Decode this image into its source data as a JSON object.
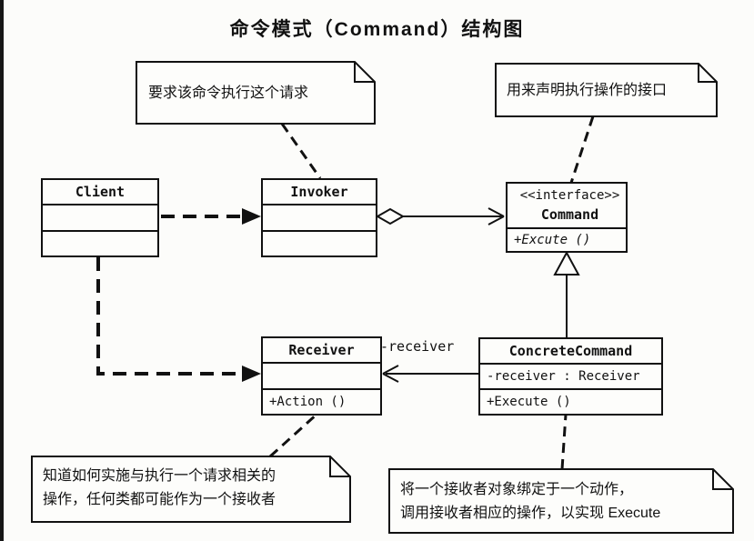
{
  "title": "命令模式（Command）结构图",
  "notes": {
    "invoker_note": {
      "text": "要求该命令执行这个请求"
    },
    "command_note": {
      "text": "用来声明执行操作的接口"
    },
    "receiver_note": {
      "line1": "知道如何实施与执行一个请求相关的",
      "line2": "操作，任何类都可能作为一个接收者"
    },
    "concrete_note": {
      "line1": "将一个接收者对象绑定于一个动作，",
      "line2": "调用接收者相应的操作，以实现 Execute"
    }
  },
  "classes": {
    "client": {
      "name": "Client"
    },
    "invoker": {
      "name": "Invoker"
    },
    "command": {
      "stereotype": "<<interface>>",
      "name": "Command",
      "method": "+Excute ()"
    },
    "receiver": {
      "name": "Receiver",
      "method": "+Action ()"
    },
    "concrete_command": {
      "name": "ConcreteCommand",
      "attribute": "-receiver : Receiver",
      "method": "+Execute ()"
    }
  },
  "edges": {
    "receiver_role_label": "-receiver"
  },
  "colors": {
    "ink": "#111111",
    "paper": "#fcfcfa"
  }
}
